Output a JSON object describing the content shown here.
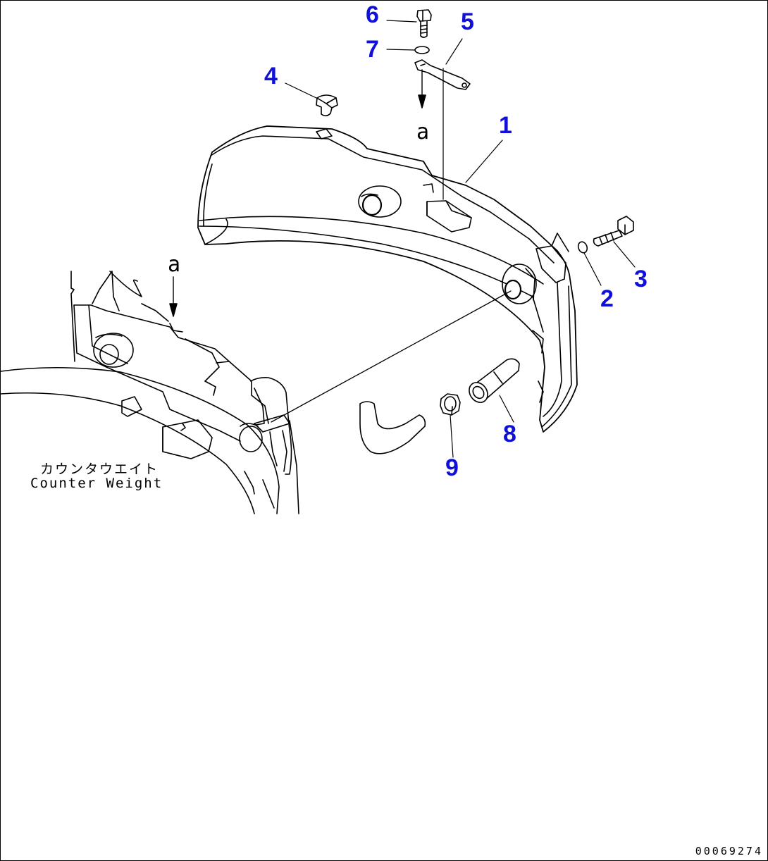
{
  "colors": {
    "callout": "#1010d8",
    "line": "#000000",
    "background": "#ffffff"
  },
  "callouts": {
    "c1": "1",
    "c2": "2",
    "c3": "3",
    "c4": "4",
    "c5": "5",
    "c6": "6",
    "c7": "7",
    "c8": "8",
    "c9": "9"
  },
  "reference_marks": {
    "upper": "a",
    "lower": "a"
  },
  "part_label": {
    "japanese": "カウンタウエイト",
    "english": "Counter Weight"
  },
  "drawing_number": "00069274"
}
